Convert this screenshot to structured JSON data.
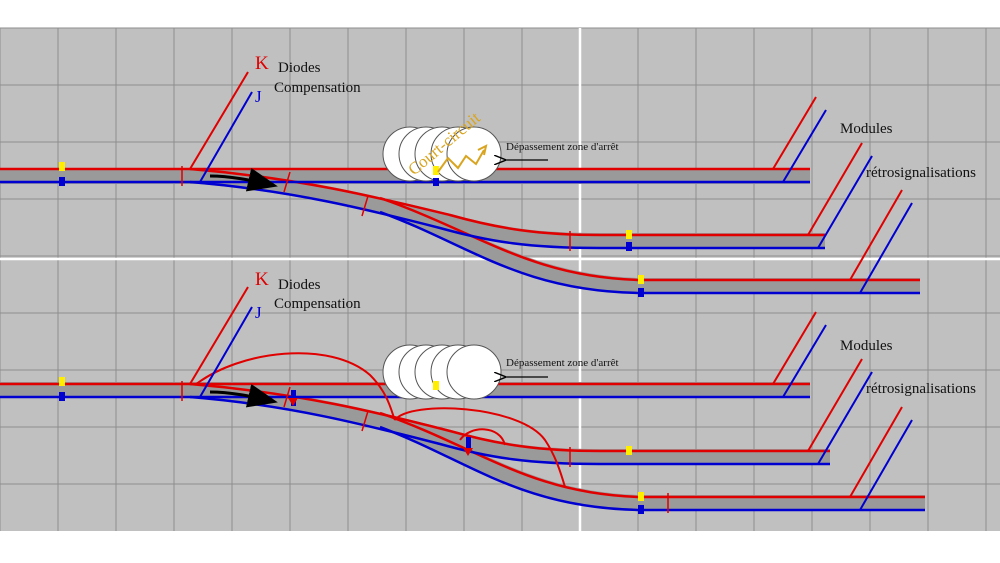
{
  "top_panel": {
    "label_k": "K",
    "label_j": "J",
    "label_diodes": "Diodes",
    "label_compensation": "Compensation",
    "label_court_circuit": "Court-circuit",
    "label_depassement": "Dépassement zone d'arrêt",
    "label_modules": "Modules",
    "label_retro": "rétrosignalisations"
  },
  "bottom_panel": {
    "label_k": "K",
    "label_j": "J",
    "label_diodes": "Diodes",
    "label_compensation": "Compensation",
    "label_depassement": "Dépassement zone d'arrêt",
    "label_modules": "Modules",
    "label_retro": "rétrosignalisations"
  },
  "colors": {
    "background": "#c0c0c0",
    "grid": "#8e8e8e",
    "rail_k": "#e00000",
    "rail_j": "#0000d0",
    "ballast": "#9a9a9a",
    "marker_yellow": "#ffee00",
    "marker_blue": "#0000d0",
    "annotation_gold": "#d9a520",
    "arrow_black": "#000000"
  }
}
